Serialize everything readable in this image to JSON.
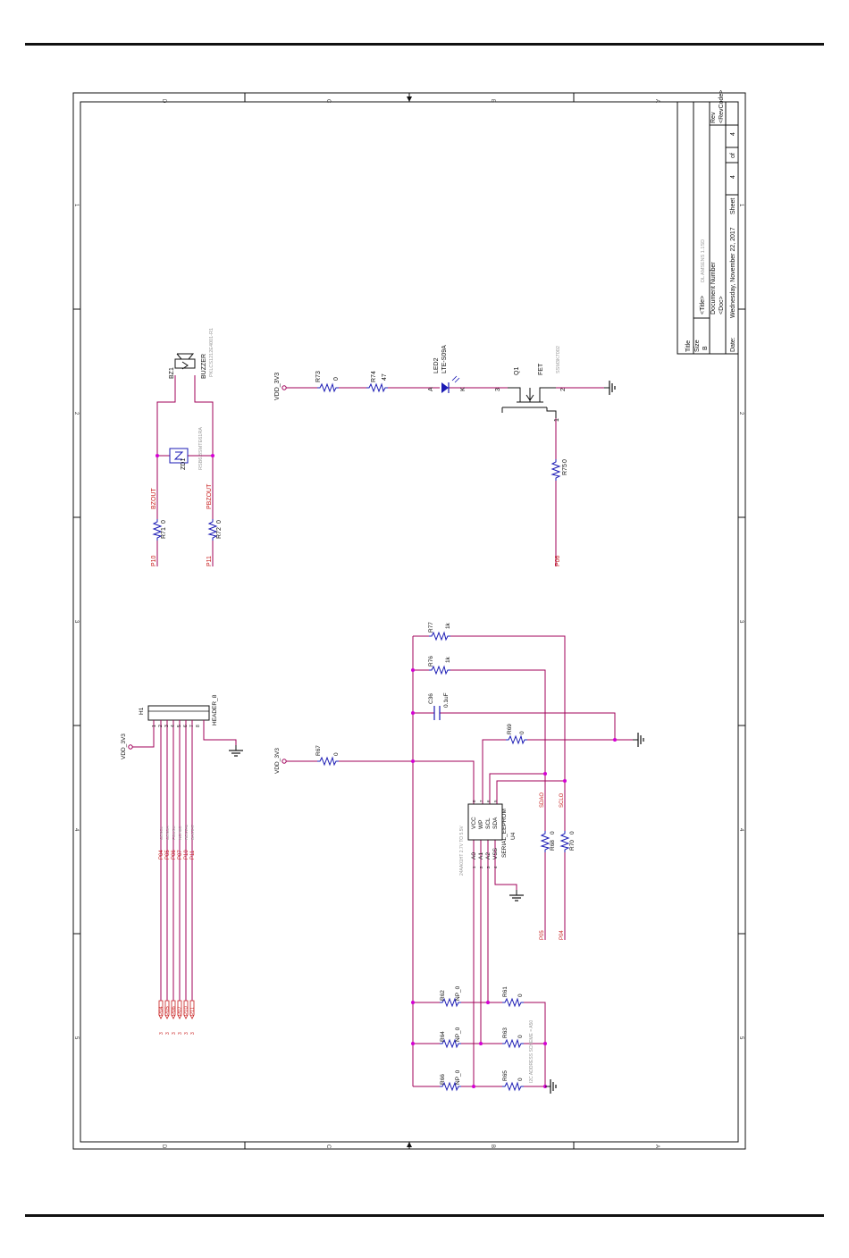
{
  "colors": {
    "wire": "#a0005a",
    "net": "#c81e1e",
    "part": "#1a1ab4",
    "ink": "#111111",
    "faint": "#9a9a9a",
    "junction": "#d400d4"
  },
  "border": {
    "top_letters": [
      "D",
      "C",
      "B",
      "A"
    ],
    "bottom_letters": [
      "D",
      "C",
      "B",
      "A"
    ],
    "left_numbers": [
      "1",
      "2",
      "3",
      "4",
      "5"
    ],
    "right_numbers": [
      "1",
      "2",
      "3",
      "4",
      "5"
    ]
  },
  "title_block": {
    "title_label": "Title",
    "title_value": "<Title>",
    "size_label": "Size",
    "size_value": "B",
    "doc_label": "Document Number",
    "doc_value": "<Doc>",
    "rev_label": "Rev",
    "rev_value": "<RevCode>",
    "date_label": "Date:",
    "date_value": "Wednesday, November 22, 2017",
    "sheet_label": "Sheet",
    "sheet_value": "4",
    "of_label": "of",
    "of_value": "4",
    "faint_note": "DL AMSENS 1.1SD"
  },
  "buzzer": {
    "ref": "BZ1",
    "name": "BUZZER",
    "part": "PKLCS1212E4001-R1",
    "zener_ref": "ZD1",
    "zener_part": "RSB6.8SMTE61RA",
    "net_bzout": "BZOUT",
    "net_pbzout": "PBZOUT",
    "r71": "R71",
    "r71_val": "0",
    "r72": "R72",
    "r72_val": "0",
    "p10": "P10",
    "p11": "P11"
  },
  "led": {
    "vdd": "VDD_3V3",
    "r73": "R73",
    "r73_val": "0",
    "r74": "R74",
    "r74_val": "47",
    "led_ref": "LED2",
    "led_part": "LTE-S09A",
    "pin_a": "A",
    "pin_k": "K",
    "q_ref": "Q1",
    "q_name": "FET",
    "q_part": "SSM3K7002",
    "pin1": "1",
    "pin2": "2",
    "pin3": "3",
    "r75": "R75",
    "r75_val": "0",
    "p06": "P06"
  },
  "header": {
    "vdd": "VDD_3V3",
    "ref": "H1",
    "name": "HEADER_8",
    "pins": [
      "1",
      "2",
      "3",
      "4",
      "5",
      "6",
      "7",
      "8"
    ],
    "nets": [
      "P04",
      "P05",
      "P06",
      "P07",
      "P10",
      "P11"
    ],
    "faint": [
      "CESCL",
      "CESDA",
      "FOUSU",
      "NCH8C",
      "RESTA1",
      "BASTAT"
    ],
    "arrows": [
      "P04",
      "P05",
      "P06",
      "P07",
      "P10",
      "P11"
    ],
    "arrow_pin": "3"
  },
  "eeprom": {
    "vdd": "VDD_3V3",
    "r67": "R67",
    "r67_val": "0",
    "r77": "R77",
    "r77_val": "1k",
    "r76": "R76",
    "r76_val": "1k",
    "c36": "C36",
    "c36_val": "0.1uF",
    "r69": "R69",
    "r69_val": "0",
    "pins_right": [
      "VCC",
      "WP",
      "SCL",
      "SDA"
    ],
    "pins_left": [
      "A0",
      "A1",
      "A2",
      "VSS"
    ],
    "pnum_right": [
      "8",
      "7",
      "6",
      "5"
    ],
    "pnum_left": [
      "1",
      "2",
      "3",
      "4"
    ],
    "name": "SERIAL_EEPROM",
    "ref": "U4",
    "part": "24AA01HT 2.7V TO 5.5V",
    "sdao": "SDAO",
    "sclo": "SCLO",
    "r68": "R68",
    "r68_val": "0",
    "r70": "R70",
    "r70_val": "0",
    "p05": "P05",
    "p04": "P04",
    "r62": "R62",
    "r62_val": "NP_0",
    "r61": "R61",
    "r61_val": "0",
    "r64": "R64",
    "r64_val": "NP_0",
    "r63": "R63",
    "r63_val": "0",
    "r66": "R66",
    "r66_val": "NP_0",
    "r65": "R65",
    "r65_val": "0",
    "faint_note": "I2C ADDRESS SCHEME = A50"
  }
}
